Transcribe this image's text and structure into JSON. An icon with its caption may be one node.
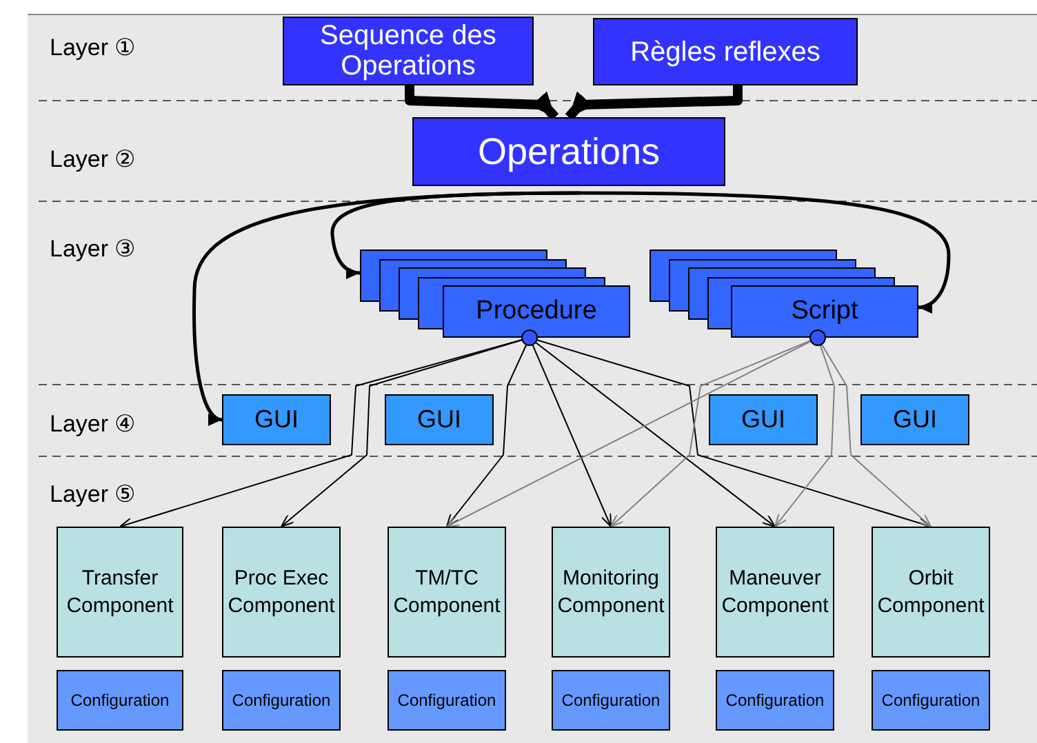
{
  "diagram": {
    "nodes": [
      {
        "text": [
          "Sequence des Operations"
        ]
      },
      {
        "text": [
          "Règles reflexes"
        ]
      },
      {
        "text": [
          "Operations"
        ]
      },
      {
        "text": [
          "Procedure"
        ]
      },
      {
        "text": [
          "Script"
        ]
      },
      {
        "text": [
          "GUI"
        ]
      },
      {
        "text": [
          "GUI"
        ]
      },
      {
        "text": [
          "GUI"
        ]
      },
      {
        "text": [
          "GUI"
        ]
      },
      {
        "text": [
          "Transfer Component"
        ]
      },
      {
        "text": [
          "Proc Exec Component"
        ]
      },
      {
        "text": [
          "TM/TC Component"
        ]
      },
      {
        "text": [
          "Monitoring Component"
        ]
      },
      {
        "text": [
          "Maneuver Component"
        ]
      },
      {
        "text": [
          "Orbit Component"
        ]
      },
      {
        "text": [
          "Configuration"
        ]
      },
      {
        "text": [
          "Configuration"
        ]
      },
      {
        "text": [
          "Configuration"
        ]
      },
      {
        "text": [
          "Configuration"
        ]
      },
      {
        "text": [
          "Configuration"
        ]
      },
      {
        "text": [
          "Configuration"
        ]
      }
    ],
    "edges": [
      {
        "from": 0,
        "to": 2,
        "arrow": "to",
        "style": "thick"
      },
      {
        "from": 1,
        "to": 2,
        "arrow": "to",
        "style": "thick"
      },
      {
        "from": 2,
        "to": 3,
        "arrow": "to",
        "style": "thick"
      },
      {
        "from": 2,
        "to": 5,
        "arrow": "to",
        "style": "thick"
      },
      {
        "from": 2,
        "to": 4,
        "arrow": "to",
        "style": "thick"
      },
      {
        "from": 3,
        "to": 9,
        "arrow": "to"
      },
      {
        "from": 3,
        "to": 10,
        "arrow": "to"
      },
      {
        "from": 3,
        "to": 11,
        "arrow": "to"
      },
      {
        "from": 3,
        "to": 12,
        "arrow": "to"
      },
      {
        "from": 3,
        "to": 13,
        "arrow": "to"
      },
      {
        "from": 3,
        "to": 14,
        "arrow": "to"
      },
      {
        "from": 4,
        "to": 11,
        "arrow": "to",
        "color": "#808080"
      },
      {
        "from": 4,
        "to": 12,
        "arrow": "to",
        "color": "#808080"
      },
      {
        "from": 4,
        "to": 13,
        "arrow": "to",
        "color": "#808080"
      },
      {
        "from": 4,
        "to": 14,
        "arrow": "to",
        "color": "#808080"
      }
    ],
    "labels": [
      "Layer ①",
      "Layer ②",
      "Layer ③",
      "Layer ④",
      "Layer ⑤"
    ]
  }
}
